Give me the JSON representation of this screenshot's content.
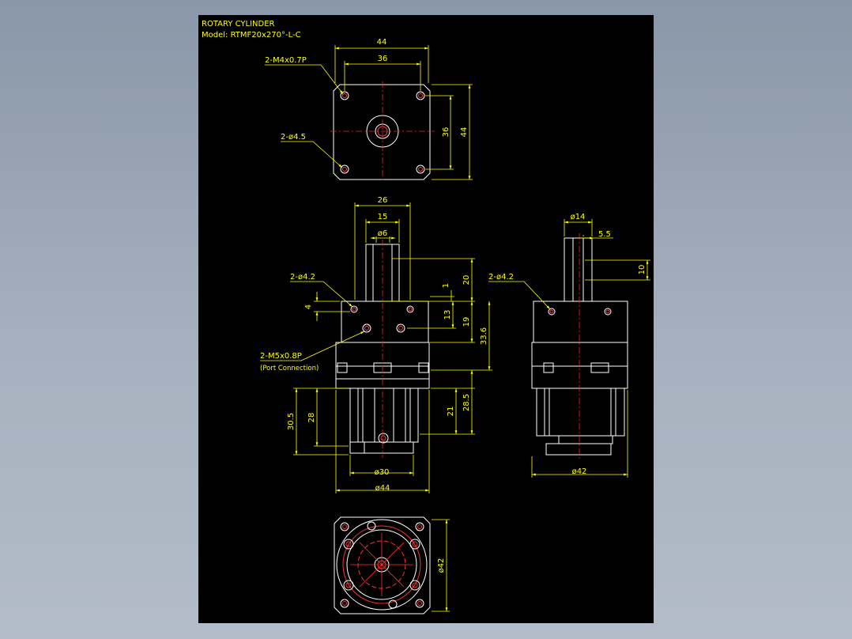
{
  "title_block": {
    "line1": "ROTARY CYLINDER",
    "line2": "Model: RTMF20x270°-L-C"
  },
  "colors": {
    "background_frame": "#000000",
    "outline": "#ffffff",
    "dimension": "#ffff00",
    "centerline": "#ff0000"
  },
  "top_view": {
    "dim_width": "44",
    "dim_hole_pitch_x": "36",
    "dim_hole_pitch_y": "36",
    "dim_height": "44",
    "label_thread": "2-M4x0.7P",
    "label_hole": "2-ø4.5"
  },
  "front_view": {
    "dim_26": "26",
    "dim_15": "15",
    "dim_shaft": "ø6",
    "dim_20": "20",
    "dim_1": "1",
    "dim_4": "4",
    "dim_13": "13",
    "dim_19": "19",
    "dim_33_6": "33.6",
    "dim_21": "21",
    "dim_28_5": "28.5",
    "dim_30_5": "30.5",
    "dim_28": "28",
    "dim_d30": "ø30",
    "dim_d44": "ø44",
    "label_hole": "2-ø4.2",
    "label_port": "2-M5x0.8P",
    "label_port_note": "(Port Connection)"
  },
  "side_view": {
    "dim_d14": "ø14",
    "dim_5_5": "5.5",
    "dim_10": "10",
    "dim_d42": "ø42",
    "label_hole": "2-ø4.2"
  },
  "bottom_view": {
    "dim_d42": "ø42"
  }
}
